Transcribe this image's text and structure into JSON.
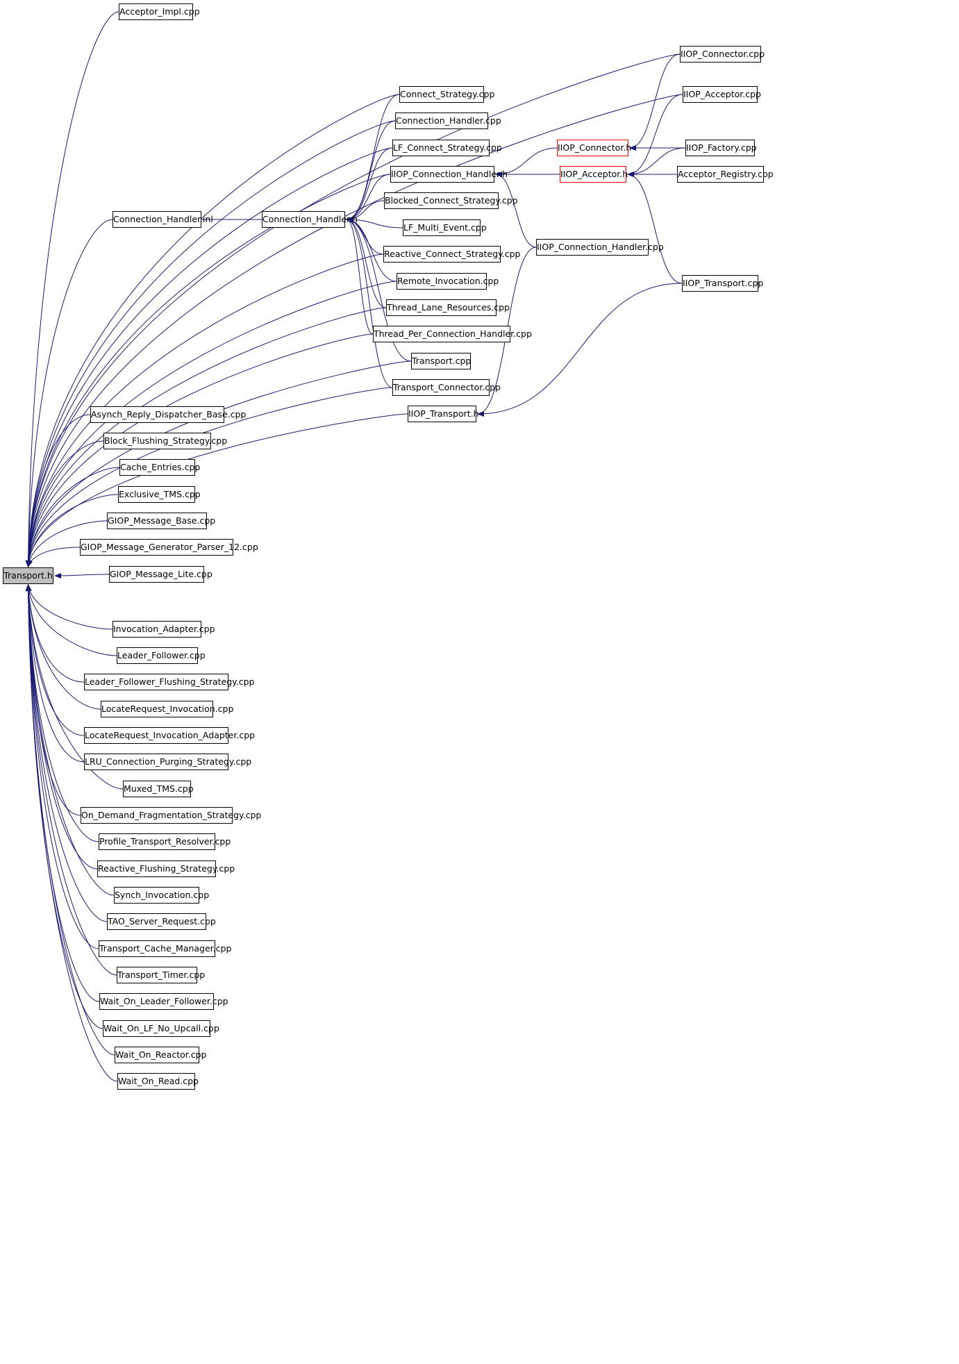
{
  "colors": {
    "edge": "#191970",
    "node_border": "#000000",
    "root_fill": "#bfbfbf",
    "truncated_border": "#ff0000"
  },
  "root": "Transport.h",
  "nodes": [
    {
      "id": "transport_h",
      "label": "Transport.h",
      "root": true
    },
    {
      "id": "acceptor_impl",
      "label": "Acceptor_Impl.cpp"
    },
    {
      "id": "iiop_connector_cpp",
      "label": "IIOP_Connector.cpp"
    },
    {
      "id": "iiop_acceptor_cpp",
      "label": "IIOP_Acceptor.cpp"
    },
    {
      "id": "connect_strategy",
      "label": "Connect_Strategy.cpp"
    },
    {
      "id": "connection_handler_cpp",
      "label": "Connection_Handler.cpp"
    },
    {
      "id": "lf_connect_strategy",
      "label": "LF_Connect_Strategy.cpp"
    },
    {
      "id": "iiop_connection_handler_h",
      "label": "IIOP_Connection_Handler.h"
    },
    {
      "id": "iiop_connector_h",
      "label": "IIOP_Connector.h",
      "red": true
    },
    {
      "id": "iiop_acceptor_h",
      "label": "IIOP_Acceptor.h",
      "red": true
    },
    {
      "id": "iiop_factory",
      "label": "IIOP_Factory.cpp"
    },
    {
      "id": "acceptor_registry",
      "label": "Acceptor_Registry.cpp"
    },
    {
      "id": "blocked_connect_strategy",
      "label": "Blocked_Connect_Strategy.cpp"
    },
    {
      "id": "connection_handler_inl",
      "label": "Connection_Handler.inl"
    },
    {
      "id": "connection_handler_h",
      "label": "Connection_Handler.h"
    },
    {
      "id": "lf_multi_event",
      "label": "LF_Multi_Event.cpp"
    },
    {
      "id": "iiop_connection_handler_cpp",
      "label": "IIOP_Connection_Handler.cpp"
    },
    {
      "id": "reactive_connect_strategy",
      "label": "Reactive_Connect_Strategy.cpp"
    },
    {
      "id": "remote_invocation",
      "label": "Remote_Invocation.cpp"
    },
    {
      "id": "iiop_transport_cpp",
      "label": "IIOP_Transport.cpp"
    },
    {
      "id": "thread_lane_resources",
      "label": "Thread_Lane_Resources.cpp"
    },
    {
      "id": "thread_per_connection_handler",
      "label": "Thread_Per_Connection_Handler.cpp"
    },
    {
      "id": "transport_cpp",
      "label": "Transport.cpp"
    },
    {
      "id": "transport_connector",
      "label": "Transport_Connector.cpp"
    },
    {
      "id": "asynch_reply_dispatcher_base",
      "label": "Asynch_Reply_Dispatcher_Base.cpp"
    },
    {
      "id": "iiop_transport_h",
      "label": "IIOP_Transport.h"
    },
    {
      "id": "block_flushing_strategy",
      "label": "Block_Flushing_Strategy.cpp"
    },
    {
      "id": "cache_entries",
      "label": "Cache_Entries.cpp"
    },
    {
      "id": "exclusive_tms",
      "label": "Exclusive_TMS.cpp"
    },
    {
      "id": "giop_message_base",
      "label": "GIOP_Message_Base.cpp"
    },
    {
      "id": "giop_message_generator_parser_12",
      "label": "GIOP_Message_Generator_Parser_12.cpp"
    },
    {
      "id": "giop_message_lite",
      "label": "GIOP_Message_Lite.cpp"
    },
    {
      "id": "invocation_adapter",
      "label": "Invocation_Adapter.cpp"
    },
    {
      "id": "leader_follower",
      "label": "Leader_Follower.cpp"
    },
    {
      "id": "leader_follower_flushing_strategy",
      "label": "Leader_Follower_Flushing_Strategy.cpp"
    },
    {
      "id": "locaterequest_invocation",
      "label": "LocateRequest_Invocation.cpp"
    },
    {
      "id": "locaterequest_invocation_adapter",
      "label": "LocateRequest_Invocation_Adapter.cpp"
    },
    {
      "id": "lru_connection_purging_strategy",
      "label": "LRU_Connection_Purging_Strategy.cpp"
    },
    {
      "id": "muxed_tms",
      "label": "Muxed_TMS.cpp"
    },
    {
      "id": "on_demand_fragmentation_strategy",
      "label": "On_Demand_Fragmentation_Strategy.cpp"
    },
    {
      "id": "profile_transport_resolver",
      "label": "Profile_Transport_Resolver.cpp"
    },
    {
      "id": "reactive_flushing_strategy",
      "label": "Reactive_Flushing_Strategy.cpp"
    },
    {
      "id": "synch_invocation",
      "label": "Synch_Invocation.cpp"
    },
    {
      "id": "tao_server_request",
      "label": "TAO_Server_Request.cpp"
    },
    {
      "id": "transport_cache_manager",
      "label": "Transport_Cache_Manager.cpp"
    },
    {
      "id": "transport_timer",
      "label": "Transport_Timer.cpp"
    },
    {
      "id": "wait_on_leader_follower",
      "label": "Wait_On_Leader_Follower.cpp"
    },
    {
      "id": "wait_on_lf_no_upcall",
      "label": "Wait_On_LF_No_Upcall.cpp"
    },
    {
      "id": "wait_on_reactor",
      "label": "Wait_On_Reactor.cpp"
    },
    {
      "id": "wait_on_read",
      "label": "Wait_On_Read.cpp"
    }
  ],
  "edges": [
    [
      "acceptor_impl",
      "transport_h"
    ],
    [
      "iiop_connector_cpp",
      "transport_h"
    ],
    [
      "iiop_acceptor_cpp",
      "transport_h"
    ],
    [
      "connect_strategy",
      "transport_h"
    ],
    [
      "connection_handler_cpp",
      "transport_h"
    ],
    [
      "lf_connect_strategy",
      "transport_h"
    ],
    [
      "iiop_connection_handler_h",
      "transport_h"
    ],
    [
      "connection_handler_inl",
      "transport_h"
    ],
    [
      "reactive_connect_strategy",
      "transport_h"
    ],
    [
      "remote_invocation",
      "transport_h"
    ],
    [
      "thread_lane_resources",
      "transport_h"
    ],
    [
      "thread_per_connection_handler",
      "transport_h"
    ],
    [
      "transport_cpp",
      "transport_h"
    ],
    [
      "transport_connector",
      "transport_h"
    ],
    [
      "asynch_reply_dispatcher_base",
      "transport_h"
    ],
    [
      "block_flushing_strategy",
      "transport_h"
    ],
    [
      "cache_entries",
      "transport_h"
    ],
    [
      "exclusive_tms",
      "transport_h"
    ],
    [
      "giop_message_base",
      "transport_h"
    ],
    [
      "giop_message_generator_parser_12",
      "transport_h"
    ],
    [
      "giop_message_lite",
      "transport_h"
    ],
    [
      "iiop_transport_h",
      "transport_h"
    ],
    [
      "invocation_adapter",
      "transport_h"
    ],
    [
      "leader_follower",
      "transport_h"
    ],
    [
      "leader_follower_flushing_strategy",
      "transport_h"
    ],
    [
      "locaterequest_invocation",
      "transport_h"
    ],
    [
      "locaterequest_invocation_adapter",
      "transport_h"
    ],
    [
      "lru_connection_purging_strategy",
      "transport_h"
    ],
    [
      "muxed_tms",
      "transport_h"
    ],
    [
      "on_demand_fragmentation_strategy",
      "transport_h"
    ],
    [
      "profile_transport_resolver",
      "transport_h"
    ],
    [
      "reactive_flushing_strategy",
      "transport_h"
    ],
    [
      "synch_invocation",
      "transport_h"
    ],
    [
      "tao_server_request",
      "transport_h"
    ],
    [
      "transport_cache_manager",
      "transport_h"
    ],
    [
      "transport_timer",
      "transport_h"
    ],
    [
      "wait_on_leader_follower",
      "transport_h"
    ],
    [
      "wait_on_lf_no_upcall",
      "transport_h"
    ],
    [
      "wait_on_reactor",
      "transport_h"
    ],
    [
      "wait_on_read",
      "transport_h"
    ],
    [
      "connection_handler_inl",
      "connection_handler_h"
    ],
    [
      "connect_strategy",
      "connection_handler_h"
    ],
    [
      "connection_handler_cpp",
      "connection_handler_h"
    ],
    [
      "lf_connect_strategy",
      "connection_handler_h"
    ],
    [
      "iiop_connection_handler_h",
      "connection_handler_h"
    ],
    [
      "blocked_connect_strategy",
      "connection_handler_h"
    ],
    [
      "lf_multi_event",
      "connection_handler_h"
    ],
    [
      "reactive_connect_strategy",
      "connection_handler_h"
    ],
    [
      "remote_invocation",
      "connection_handler_h"
    ],
    [
      "thread_lane_resources",
      "connection_handler_h"
    ],
    [
      "thread_per_connection_handler",
      "connection_handler_h"
    ],
    [
      "transport_cpp",
      "connection_handler_h"
    ],
    [
      "transport_connector",
      "connection_handler_h"
    ],
    [
      "iiop_connector_h",
      "iiop_connection_handler_h"
    ],
    [
      "iiop_acceptor_h",
      "iiop_connection_handler_h"
    ],
    [
      "iiop_connection_handler_cpp",
      "iiop_connection_handler_h"
    ],
    [
      "iiop_factory",
      "iiop_connector_h"
    ],
    [
      "iiop_connector_cpp",
      "iiop_connector_h"
    ],
    [
      "iiop_factory",
      "iiop_acceptor_h"
    ],
    [
      "acceptor_registry",
      "iiop_acceptor_h"
    ],
    [
      "iiop_acceptor_cpp",
      "iiop_acceptor_h"
    ],
    [
      "iiop_transport_cpp",
      "iiop_acceptor_h"
    ],
    [
      "iiop_connection_handler_cpp",
      "iiop_transport_h"
    ],
    [
      "iiop_transport_cpp",
      "iiop_transport_h"
    ]
  ]
}
